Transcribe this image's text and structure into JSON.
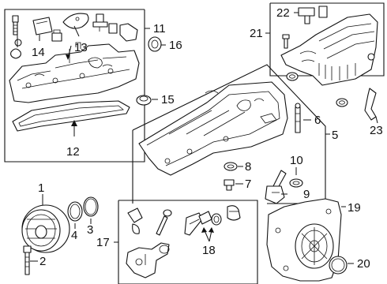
{
  "callouts": [
    "1",
    "2",
    "3",
    "4",
    "5",
    "6",
    "7",
    "8",
    "9",
    "10",
    "11",
    "12",
    "13",
    "14",
    "15",
    "16",
    "17",
    "18",
    "19",
    "20",
    "21",
    "22",
    "23"
  ],
  "icons": {
    "valve_cover": "valve-cover-icon",
    "oil_pan": "oil-pan-icon",
    "pulley": "crankshaft-pulley-icon",
    "timing_cover": "timing-cover-icon",
    "intake_manifold": "intake-manifold-icon"
  }
}
